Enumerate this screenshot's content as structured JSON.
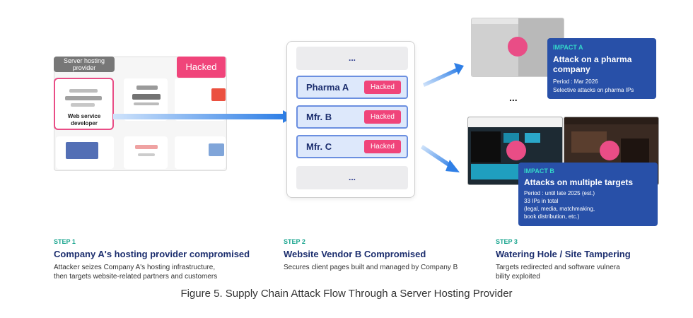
{
  "panel": {
    "hosting_label": "Server hosting provider",
    "hacked_label": "Hacked",
    "developer_label": "Web service developer"
  },
  "vendor": {
    "top_dots": "...",
    "bottom_dots": "...",
    "items": [
      {
        "name": "Pharma A",
        "tag": "Hacked"
      },
      {
        "name": "Mfr. B",
        "tag": "Hacked"
      },
      {
        "name": "Mfr. C",
        "tag": "Hacked"
      }
    ]
  },
  "middle_ellipsis": "...",
  "impact_a": {
    "tag": "IMPACT A",
    "title": "Attack on a pharma company",
    "period": "Period : Mar 2026",
    "detail": "Selective attacks on pharma IPs"
  },
  "impact_b": {
    "tag": "IMPACT B",
    "title": "Attacks on multiple targets",
    "period": "Period : until late 2025 (est.)",
    "line2": "33 IPs in total",
    "line3": "(legal, media, matchmaking,",
    "line4": "book distribution, etc.)"
  },
  "steps": [
    {
      "label": "STEP 1",
      "title": "Company A's hosting provider compromised",
      "desc1": "Attacker seizes Company A's hosting infrastructure,",
      "desc2": "then targets website-related partners and customers"
    },
    {
      "label": "STEP 2",
      "title": "Website Vendor B Compromised",
      "desc1": "Secures client pages built and managed by Company B",
      "desc2": ""
    },
    {
      "label": "STEP 3",
      "title": "Watering Hole / Site Tampering",
      "desc1": "Targets redirected and software vulnera",
      "desc2": "bility exploited"
    }
  ],
  "caption": "Figure 5. Supply Chain Attack Flow Through a Server Hosting Provider",
  "colors": {
    "hacked": "#f0447a",
    "impact_bg": "#2850a8",
    "step_accent": "#1aa58f",
    "title_navy": "#1c2e6e",
    "arrow_blue": "#3a8ee8"
  }
}
